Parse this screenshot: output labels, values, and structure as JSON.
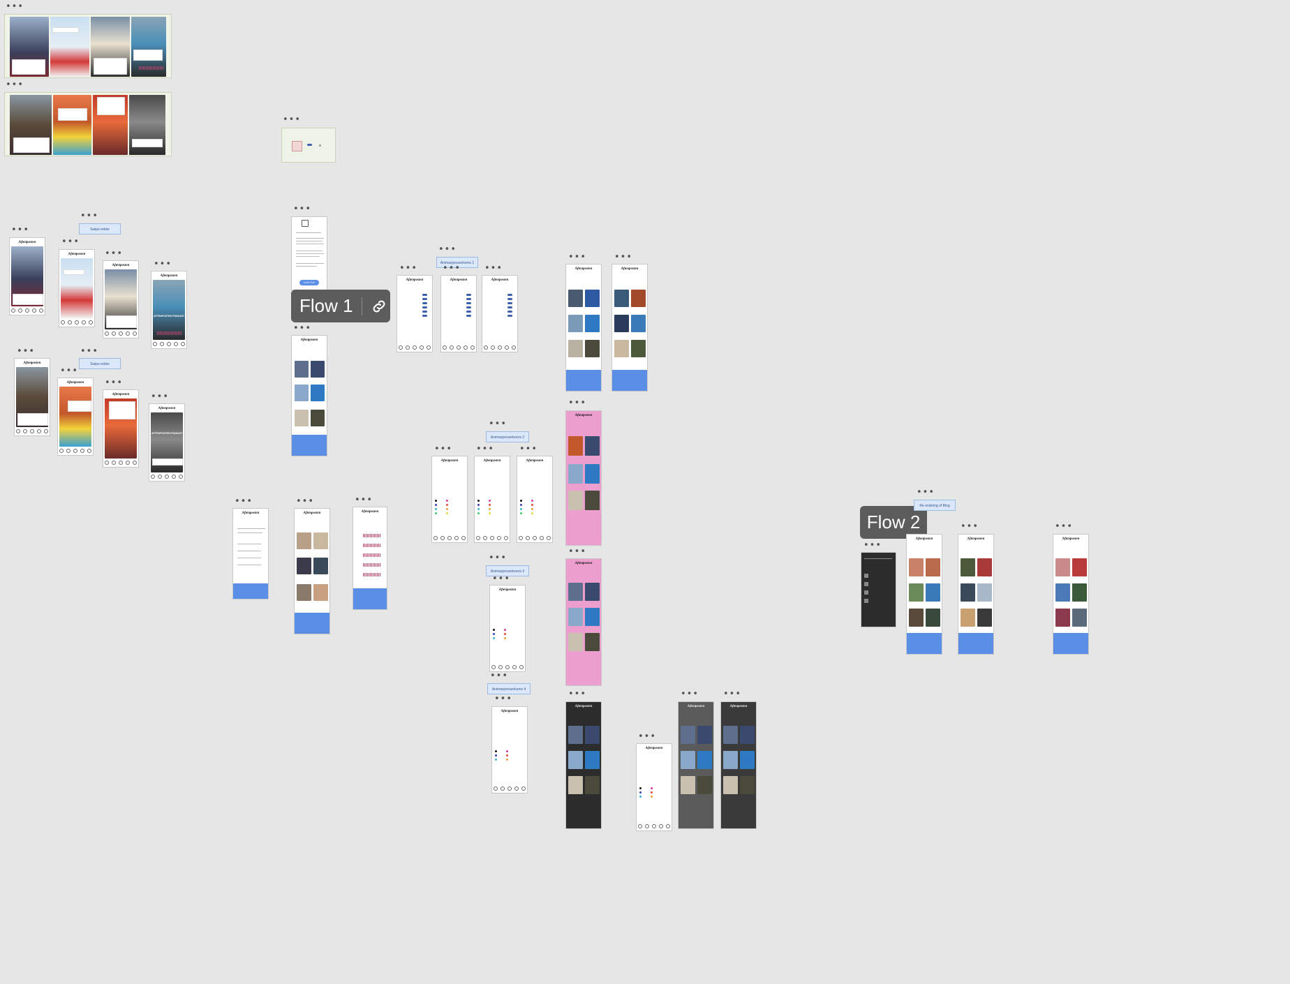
{
  "canvas": {
    "background": "#e6e6e6",
    "accent": "#5b8fe6",
    "pink_theme": "#ec9fcf",
    "dark_theme": "#2c2c2c"
  },
  "flow_pills": [
    {
      "label": "Flow 1",
      "icon": "link-icon"
    },
    {
      "label": "Flow 2"
    }
  ],
  "section_labels": {
    "swipe1": "Swipe-rekke",
    "swipe2": "Swipe-rekke",
    "anim1": "Animasjonssekvens 1",
    "anim2": "Animasjonssekvens 2",
    "anim3": "Animasjonssekvens 3",
    "anim4": "Animasjonssekvens 4",
    "reordering": "Re-ordering of Blog"
  },
  "app": {
    "brand": "Aftenposten",
    "story_overlay_headline": "AFTENPOSTEN PODKAST",
    "cta_button": "Let's Go!",
    "settings_title": "Min profil"
  }
}
